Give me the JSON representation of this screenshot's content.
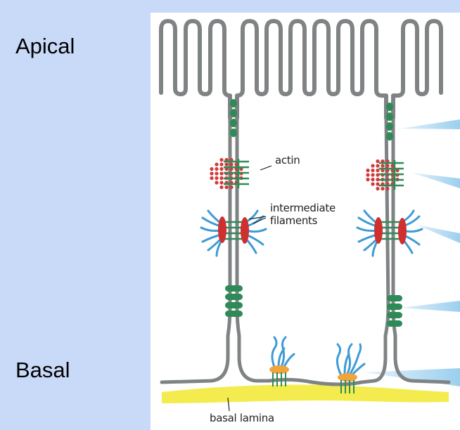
{
  "labels": {
    "apical": "Apical",
    "basal": "Basal"
  },
  "diagram": {
    "actin": "actin",
    "intermediate_filaments_line1": "intermediate",
    "intermediate_filaments_line2": "filaments",
    "basal_lamina": "basal lamina"
  },
  "colors": {
    "background": "#c9daf8",
    "membrane": "#7f8384",
    "junction_green": "#2e8b57",
    "actin_red": "#d33a3a",
    "filament_blue": "#3d9bd6",
    "plaque_red": "#cf2f2f",
    "hemidesmosome_orange": "#f2a33a",
    "lamina_yellow": "#f4ec4f",
    "pointer_blue": "#a9d6f0"
  }
}
